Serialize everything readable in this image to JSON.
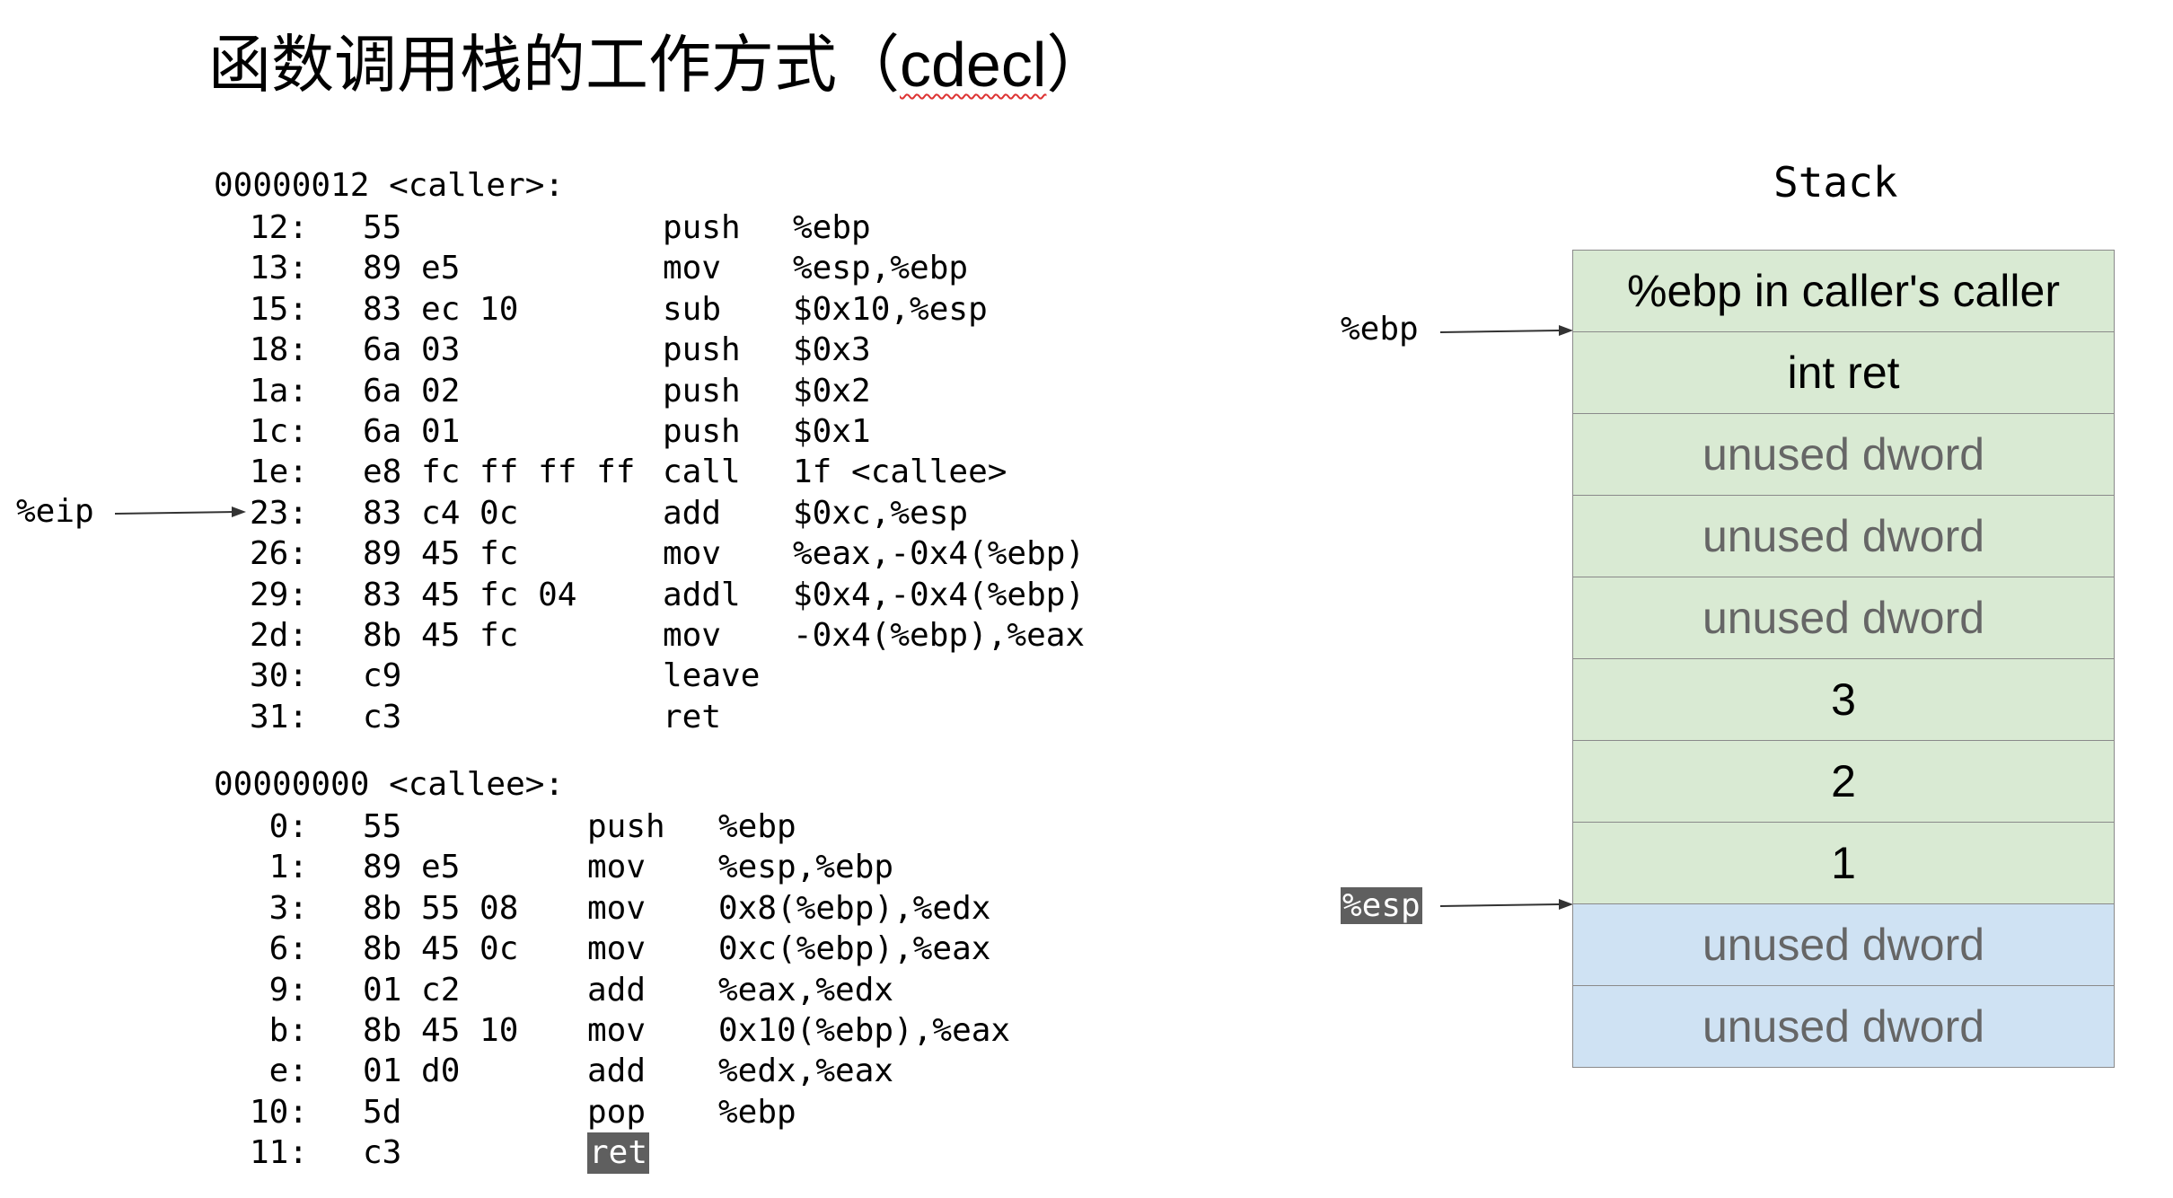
{
  "title": {
    "cjk": "函数调用栈的工作方式（",
    "latin": "cdecl",
    "close": "）"
  },
  "caller": {
    "header": "00000012 <caller>:",
    "rows": [
      {
        "addr": "12:",
        "bytes": "55",
        "op": "push",
        "args": "%ebp"
      },
      {
        "addr": "13:",
        "bytes": "89 e5",
        "op": "mov",
        "args": "%esp,%ebp"
      },
      {
        "addr": "15:",
        "bytes": "83 ec 10",
        "op": "sub",
        "args": "$0x10,%esp"
      },
      {
        "addr": "18:",
        "bytes": "6a 03",
        "op": "push",
        "args": "$0x3"
      },
      {
        "addr": "1a:",
        "bytes": "6a 02",
        "op": "push",
        "args": "$0x2"
      },
      {
        "addr": "1c:",
        "bytes": "6a 01",
        "op": "push",
        "args": "$0x1"
      },
      {
        "addr": "1e:",
        "bytes": "e8 fc ff ff ff",
        "op": "call",
        "args": "1f <callee>"
      },
      {
        "addr": "23:",
        "bytes": "83 c4 0c",
        "op": "add",
        "args": "$0xc,%esp"
      },
      {
        "addr": "26:",
        "bytes": "89 45 fc",
        "op": "mov",
        "args": "%eax,-0x4(%ebp)"
      },
      {
        "addr": "29:",
        "bytes": "83 45 fc 04",
        "op": "addl",
        "args": "$0x4,-0x4(%ebp)"
      },
      {
        "addr": "2d:",
        "bytes": "8b 45 fc",
        "op": "mov",
        "args": "-0x4(%ebp),%eax"
      },
      {
        "addr": "30:",
        "bytes": "c9",
        "op": "leave",
        "args": ""
      },
      {
        "addr": "31:",
        "bytes": "c3",
        "op": "ret",
        "args": ""
      }
    ]
  },
  "callee": {
    "header": "00000000 <callee>:",
    "rows": [
      {
        "addr": "0:",
        "bytes": "55",
        "op": "push",
        "args": "%ebp"
      },
      {
        "addr": "1:",
        "bytes": "89 e5",
        "op": "mov",
        "args": "%esp,%ebp"
      },
      {
        "addr": "3:",
        "bytes": "8b 55 08",
        "op": "mov",
        "args": "0x8(%ebp),%edx"
      },
      {
        "addr": "6:",
        "bytes": "8b 45 0c",
        "op": "mov",
        "args": "0xc(%ebp),%eax"
      },
      {
        "addr": "9:",
        "bytes": "01 c2",
        "op": "add",
        "args": "%eax,%edx"
      },
      {
        "addr": "b:",
        "bytes": "8b 45 10",
        "op": "mov",
        "args": "0x10(%ebp),%eax"
      },
      {
        "addr": "e:",
        "bytes": "01 d0",
        "op": "add",
        "args": "%edx,%eax"
      },
      {
        "addr": "10:",
        "bytes": "5d",
        "op": "pop",
        "args": "%ebp"
      },
      {
        "addr": "11:",
        "bytes": "c3",
        "op": "ret",
        "args": ""
      }
    ]
  },
  "pointers": {
    "eip": "%eip",
    "ebp": "%ebp",
    "esp": "%esp"
  },
  "stack": {
    "title": "Stack",
    "cells": [
      {
        "label": "%ebp in caller's caller",
        "bg": "#d9ead3",
        "fg": "#000000"
      },
      {
        "label": "int ret",
        "bg": "#d9ead3",
        "fg": "#000000"
      },
      {
        "label": "unused dword",
        "bg": "#d9ead3",
        "fg": "#666666"
      },
      {
        "label": "unused dword",
        "bg": "#d9ead3",
        "fg": "#666666"
      },
      {
        "label": "unused dword",
        "bg": "#d9ead3",
        "fg": "#666666"
      },
      {
        "label": "3",
        "bg": "#d9ead3",
        "fg": "#000000"
      },
      {
        "label": "2",
        "bg": "#d9ead3",
        "fg": "#000000"
      },
      {
        "label": "1",
        "bg": "#d9ead3",
        "fg": "#000000"
      },
      {
        "label": "unused dword",
        "bg": "#cfe2f3",
        "fg": "#666666"
      },
      {
        "label": "unused dword",
        "bg": "#cfe2f3",
        "fg": "#666666"
      }
    ]
  }
}
